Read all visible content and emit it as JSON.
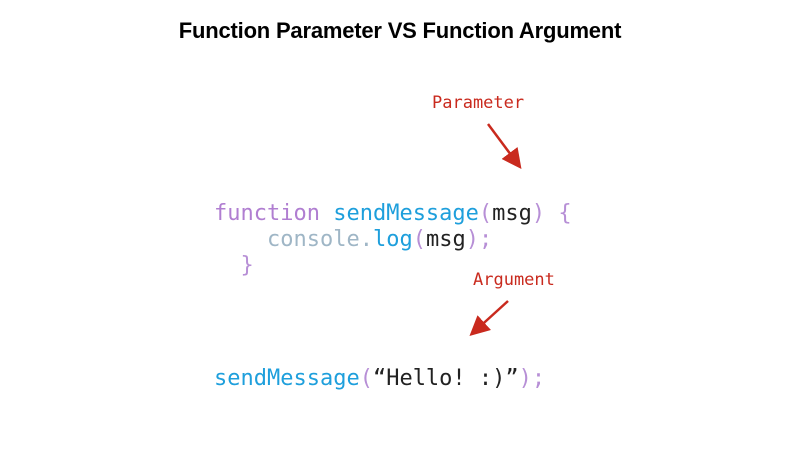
{
  "title": "Function Parameter VS Function Argument",
  "colors": {
    "keyword": "#b07ed1",
    "function_name": "#1e9fdc",
    "plain": "#222222",
    "punctuation_light": "#b78fd6",
    "object": "#9fb6c6",
    "annotation": "#c92a1e"
  },
  "code": {
    "line1": {
      "keyword": "function",
      "name": "sendMessage",
      "open_paren": "(",
      "param": "msg",
      "close_paren": ")",
      "brace_open": "{"
    },
    "line2": {
      "object": "console",
      "dot": ".",
      "method": "log",
      "open_paren": "(",
      "arg": "msg",
      "close_paren": ")",
      "semicolon": ";"
    },
    "line3": {
      "brace_close": "}"
    },
    "call": {
      "name": "sendMessage",
      "open_paren": "(",
      "argument": "“Hello! :)”",
      "close_paren": ")",
      "semicolon": ";"
    }
  },
  "annotations": {
    "parameter": "Parameter",
    "argument": "Argument"
  }
}
